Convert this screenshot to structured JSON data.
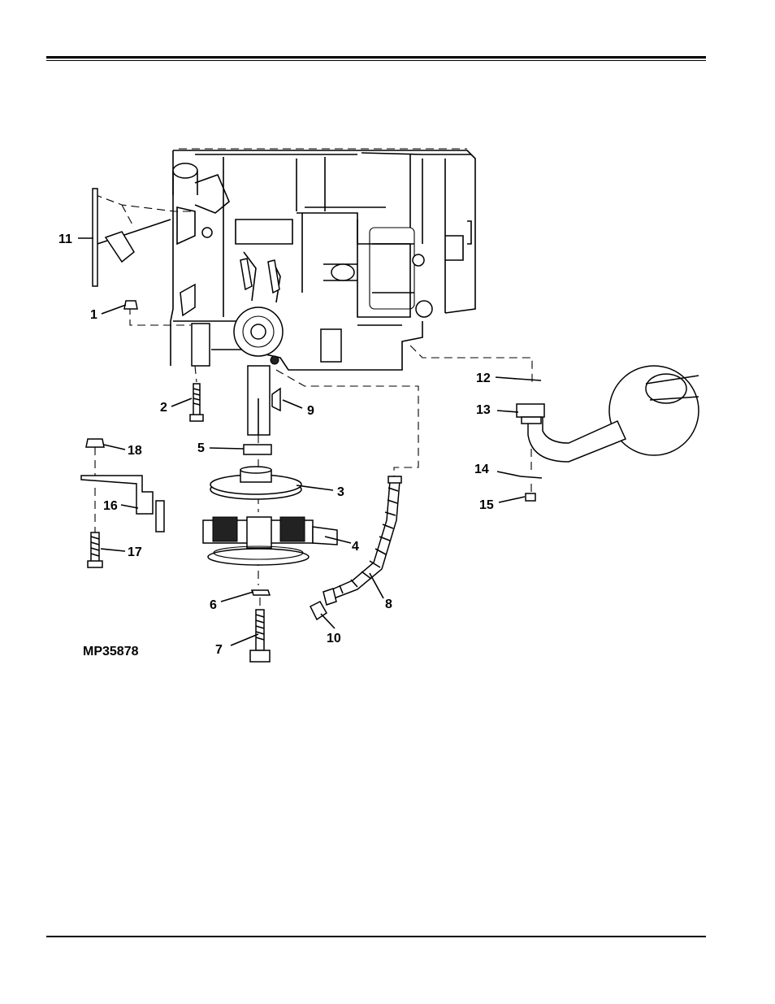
{
  "figure": {
    "id": "MP35878",
    "callouts": [
      {
        "n": "1",
        "label": "1"
      },
      {
        "n": "2",
        "label": "2"
      },
      {
        "n": "3",
        "label": "3"
      },
      {
        "n": "4",
        "label": "4"
      },
      {
        "n": "5",
        "label": "5"
      },
      {
        "n": "6",
        "label": "6"
      },
      {
        "n": "7",
        "label": "7"
      },
      {
        "n": "8",
        "label": "8"
      },
      {
        "n": "9",
        "label": "9"
      },
      {
        "n": "10",
        "label": "10"
      },
      {
        "n": "11",
        "label": "11"
      },
      {
        "n": "12",
        "label": "12"
      },
      {
        "n": "13",
        "label": "13"
      },
      {
        "n": "14",
        "label": "14"
      },
      {
        "n": "15",
        "label": "15"
      },
      {
        "n": "16",
        "label": "16"
      },
      {
        "n": "17",
        "label": "17"
      },
      {
        "n": "18",
        "label": "18"
      }
    ]
  }
}
